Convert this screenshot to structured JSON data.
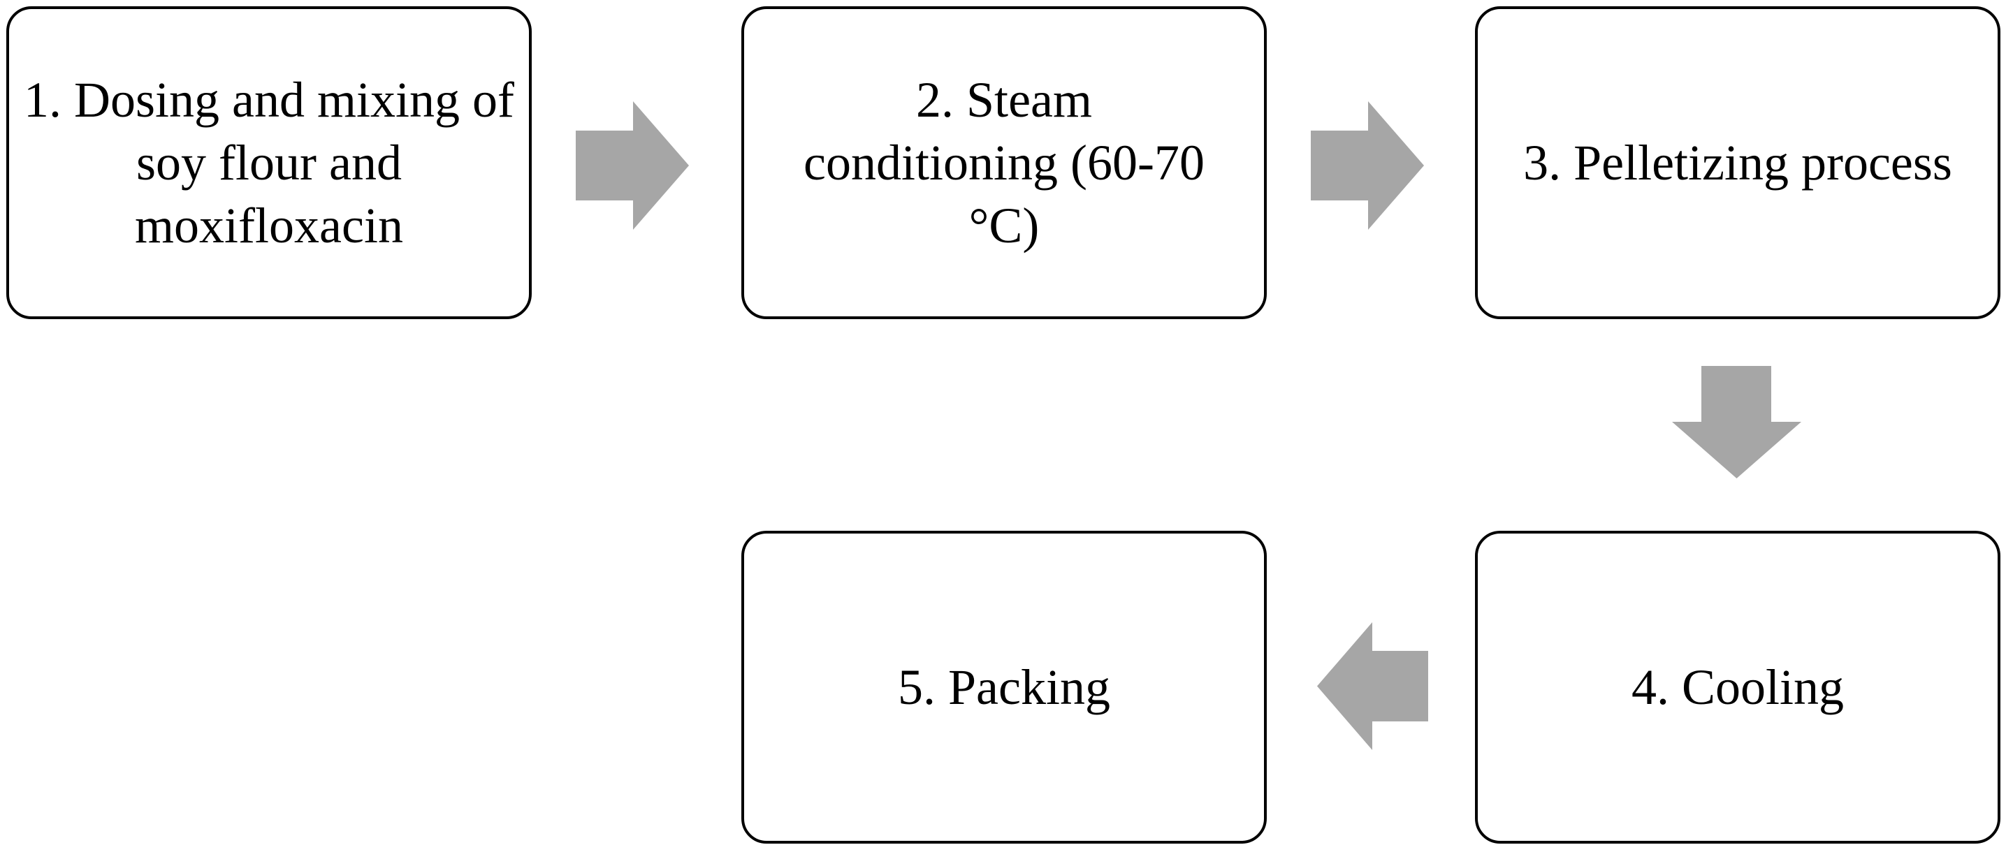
{
  "diagram": {
    "steps": [
      {
        "label": "1. Dosing and mixing of soy flour and moxifloxacin"
      },
      {
        "label": "2. Steam conditioning (60-70 °C)"
      },
      {
        "label": "3. Pelletizing process"
      },
      {
        "label": "4. Cooling"
      },
      {
        "label": "5. Packing"
      }
    ],
    "colors": {
      "arrow": "#a6a6a6",
      "box_border": "#000000",
      "box_fill": "#ffffff",
      "text": "#000000"
    }
  }
}
